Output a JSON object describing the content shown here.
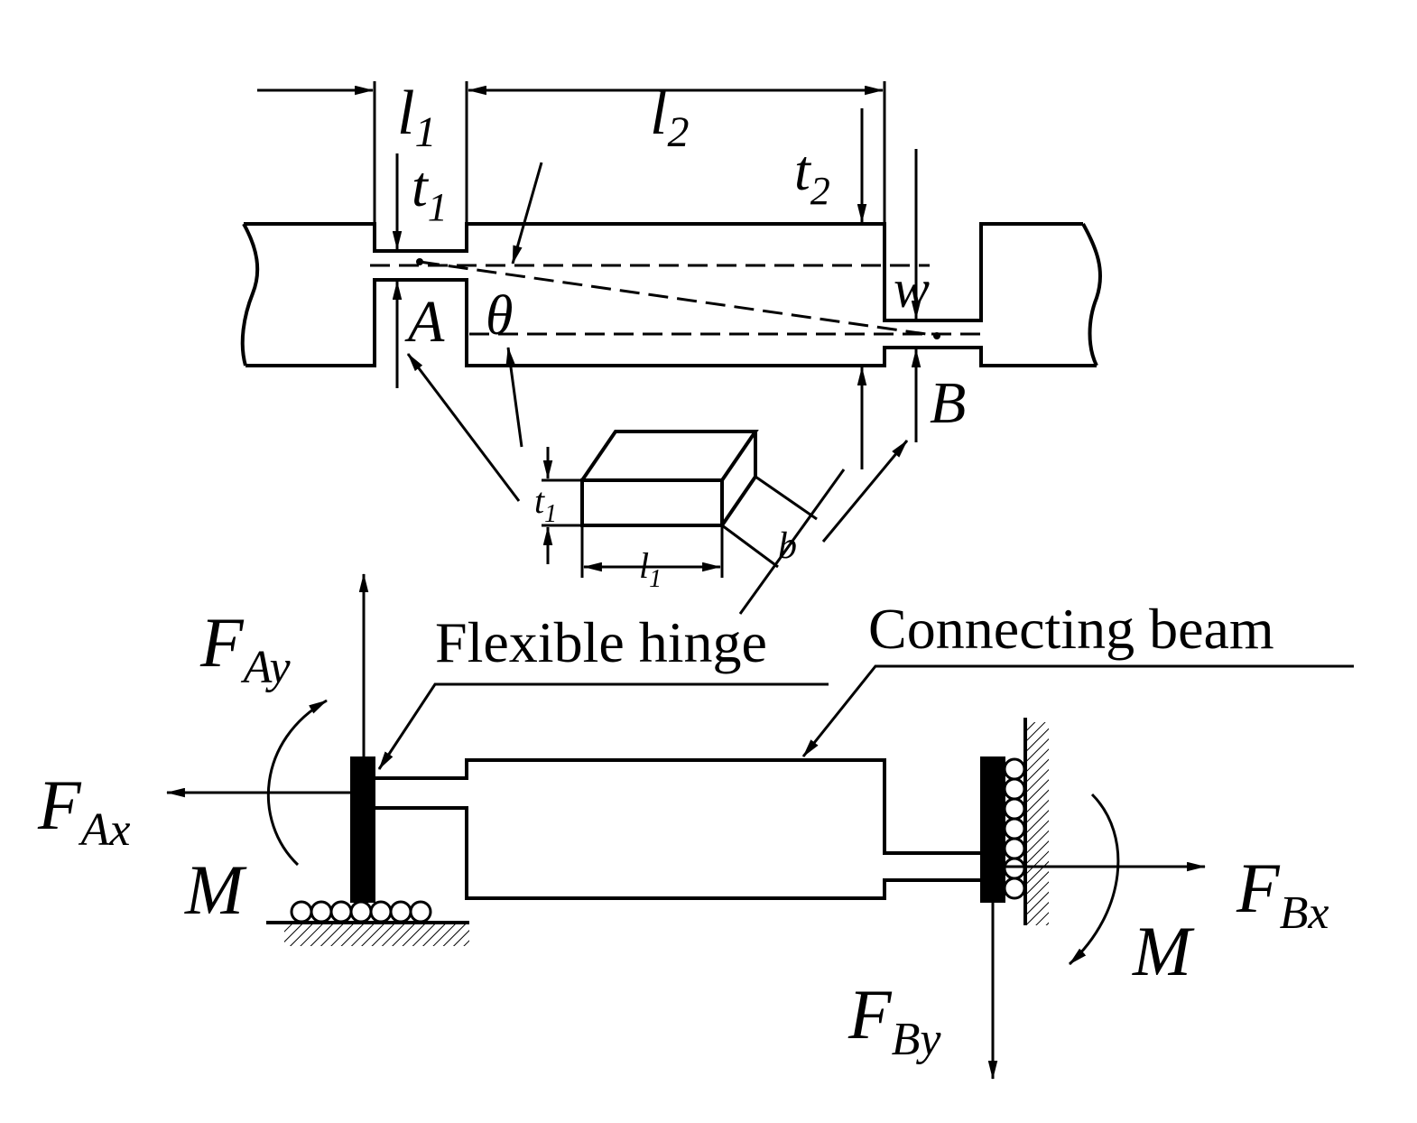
{
  "labels": {
    "l1": {
      "main": "l",
      "sub": "1"
    },
    "l2": {
      "main": "l",
      "sub": "2"
    },
    "t1": {
      "main": "t",
      "sub": "1"
    },
    "t2": {
      "main": "t",
      "sub": "2"
    },
    "theta": "θ",
    "w": "w",
    "A": "A",
    "B": "B",
    "inset_t1": {
      "main": "t",
      "sub": "1"
    },
    "inset_l1": {
      "main": "l",
      "sub": "1"
    },
    "inset_b": "b",
    "FAy": {
      "main": "F",
      "sub": "Ay"
    },
    "FAx": {
      "main": "F",
      "sub": "Ax"
    },
    "FBx": {
      "main": "F",
      "sub": "Bx"
    },
    "FBy": {
      "main": "F",
      "sub": "By"
    },
    "M_left": "M",
    "M_right": "M"
  },
  "callouts": {
    "flexible_hinge": "Flexible hinge",
    "connecting_beam": "Connecting beam"
  }
}
